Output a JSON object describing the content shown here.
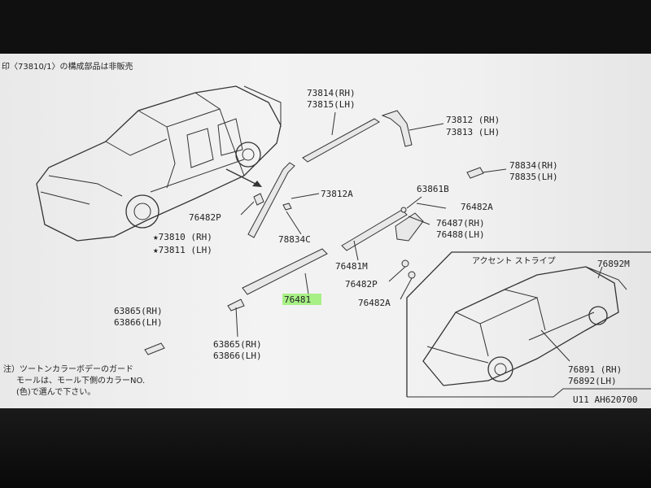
{
  "header_note": "印〈73810/1〉の構成部品は非販売",
  "parts": {
    "p73814": "73814(RH)",
    "p73815": "73815(LH)",
    "p73812": "73812 (RH)",
    "p73813": "73813 (LH)",
    "p78834": "78834(RH)",
    "p78835": "78835(LH)",
    "p73812A": "73812A",
    "p63861B": "63861B",
    "p76482A_top": "76482A",
    "p76482P_left": "76482P",
    "p78834C": "78834C",
    "p76487": "76487(RH)",
    "p76488": "76488(LH)",
    "p73810": "★73810 (RH)",
    "p73811": "★73811 (LH)",
    "p76481M": "76481M",
    "p76482P_mid": "76482P",
    "p76481": "76481",
    "p76482A_bottom": "76482A",
    "p63865_top": "63865(RH)",
    "p63866_top": "63866(LH)",
    "p63865_bottom": "63865(RH)",
    "p63866_bottom": "63866(LH)",
    "accent_title": "アクセント ストライプ",
    "p76892M": "76892M",
    "p76891": "76891 (RH)",
    "p76892": "76892(LH)"
  },
  "footnote": {
    "line1": "注）ツートンカラーボデーのガード",
    "line2": "モールは、モール下側のカラーNO.",
    "line3": "(色)で選んで下さい。"
  },
  "footer_code": "U11  AH620700",
  "colors": {
    "highlight": "#9ff07a",
    "paper": "#f1f1f1",
    "ink": "#222222"
  }
}
